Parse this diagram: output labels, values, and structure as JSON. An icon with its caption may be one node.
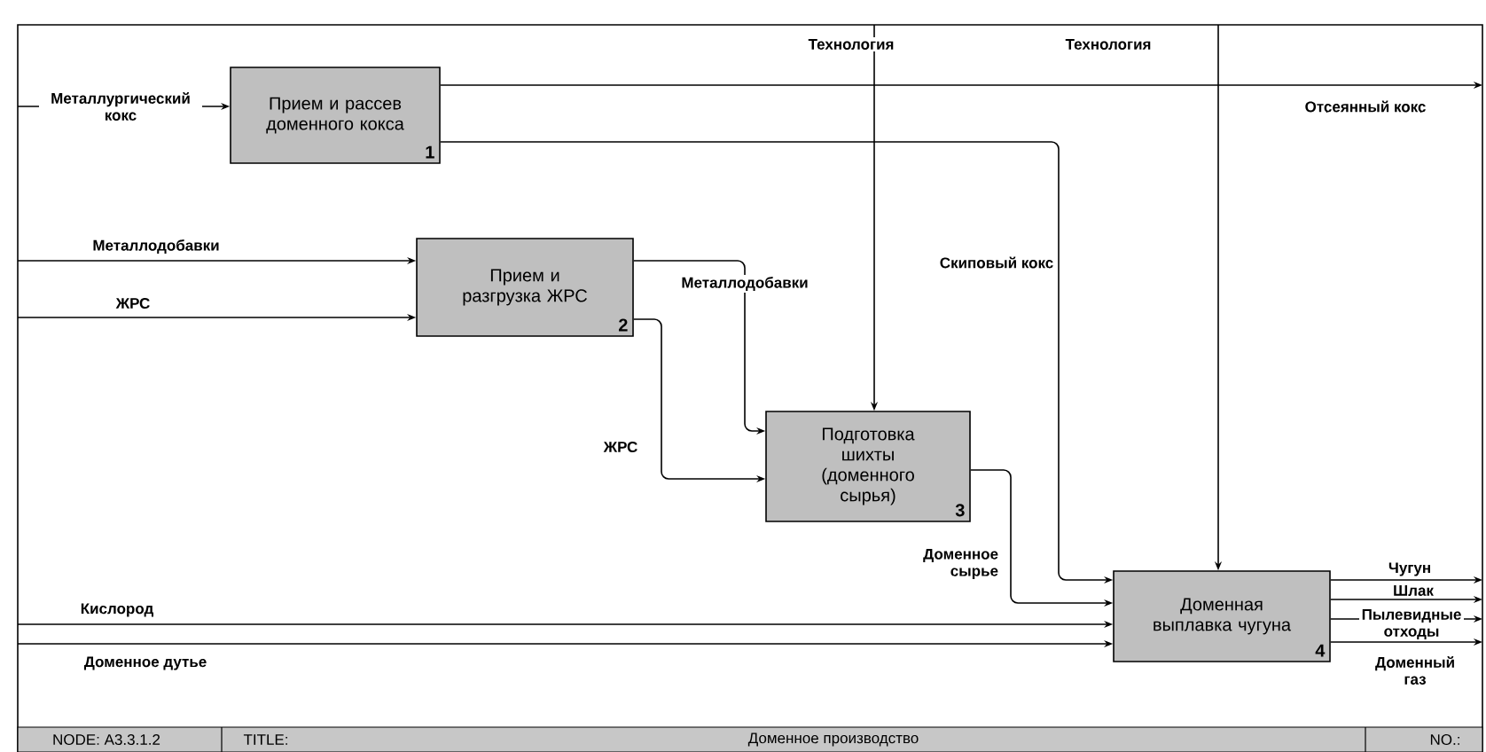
{
  "diagram": {
    "nodes": [
      {
        "text": [
          "Прием и рассев доменного кокса",
          "1"
        ]
      },
      {
        "text": [
          "Прием и разгрузка ЖРС",
          "2"
        ]
      },
      {
        "text": [
          "Подготовка шихты (доменного сырья)",
          "3"
        ]
      },
      {
        "text": [
          "Доменная выплавка чугуна",
          "4"
        ]
      }
    ],
    "edges": [
      {
        "from": null,
        "to": 0,
        "arrow": "to",
        "label": "Металлургический кокс"
      },
      {
        "from": 0,
        "to": null,
        "arrow": "to",
        "label": "Отсеянный кокс"
      },
      {
        "from": 0,
        "to": 3,
        "arrow": "to",
        "label": "Скиповый кокс"
      },
      {
        "from": null,
        "to": 2,
        "arrow": "to",
        "label": "Технология"
      },
      {
        "from": null,
        "to": 3,
        "arrow": "to",
        "label": "Технология"
      },
      {
        "from": null,
        "to": 1,
        "arrow": "to",
        "label": "Металлодобавки"
      },
      {
        "from": null,
        "to": 1,
        "arrow": "to",
        "label": "ЖРС"
      },
      {
        "from": 1,
        "to": 2,
        "arrow": "to",
        "label": "Металлодобавки"
      },
      {
        "from": 1,
        "to": 2,
        "arrow": "to",
        "label": "ЖРС"
      },
      {
        "from": 2,
        "to": 3,
        "arrow": "to",
        "label": "Доменное сырье"
      },
      {
        "from": null,
        "to": 3,
        "arrow": "to",
        "label": "Кислород"
      },
      {
        "from": null,
        "to": 3,
        "arrow": "to",
        "label": "Доменное дутье"
      },
      {
        "from": 3,
        "to": null,
        "arrow": "to",
        "label": "Чугун"
      },
      {
        "from": 3,
        "to": null,
        "arrow": "to",
        "label": "Шлак"
      },
      {
        "from": 3,
        "to": null,
        "arrow": "to",
        "label": "Пылевидные отходы"
      },
      {
        "from": 3,
        "to": null,
        "arrow": "to",
        "label": "Доменный газ"
      }
    ],
    "labels": [
      "NODE: A3.3.1.2",
      "TITLE:",
      "Доменное производство",
      "NO.:"
    ]
  }
}
